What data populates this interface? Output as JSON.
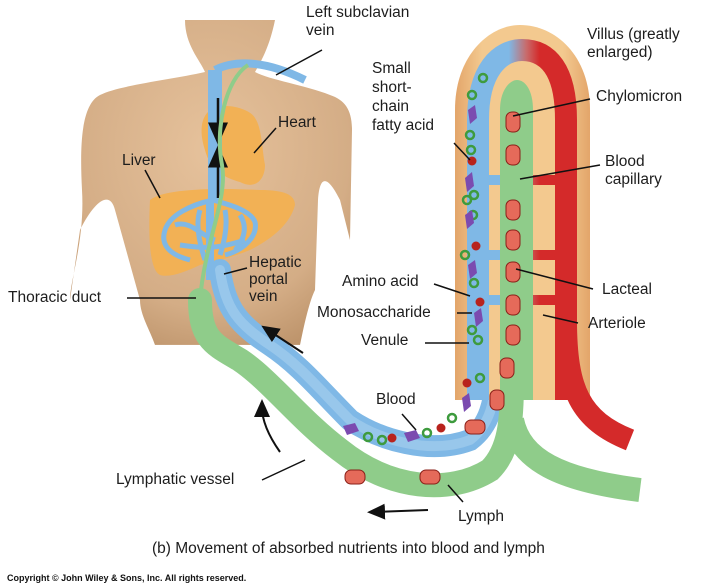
{
  "figure": {
    "caption": "(b) Movement of absorbed nutrients into blood and lymph",
    "copyright": "Copyright © John Wiley & Sons, Inc. All rights reserved."
  },
  "labels": {
    "left_subclavian_vein": [
      "Left subclavian",
      "vein"
    ],
    "heart": "Heart",
    "liver": "Liver",
    "hepatic_portal_vein": [
      "Hepatic",
      "portal",
      "vein"
    ],
    "thoracic_duct": "Thoracic duct",
    "small_short_chain_fatty_acid": [
      "Small",
      "short-",
      "chain",
      "fatty acid"
    ],
    "villus": [
      "Villus (greatly",
      "enlarged)"
    ],
    "chylomicron": "Chylomicron",
    "blood_capillary": [
      "Blood",
      "capillary"
    ],
    "lacteal": "Lacteal",
    "arteriole": "Arteriole",
    "amino_acid": "Amino acid",
    "monosaccharide": "Monosaccharide",
    "venule": "Venule",
    "blood": "Blood",
    "lymphatic_vessel": "Lymphatic vessel",
    "lymph": "Lymph"
  },
  "colors": {
    "skin": "#d9b48f",
    "organ": "#f2b155",
    "vein_blue": "#7fb8e6",
    "lymph_green": "#8fcc8a",
    "artery_red": "#d42a2a",
    "villus_tan": "#f3c98f",
    "monosaccharide_purple": "#7b4bb0",
    "fatty_acid_red": "#b8231d"
  }
}
